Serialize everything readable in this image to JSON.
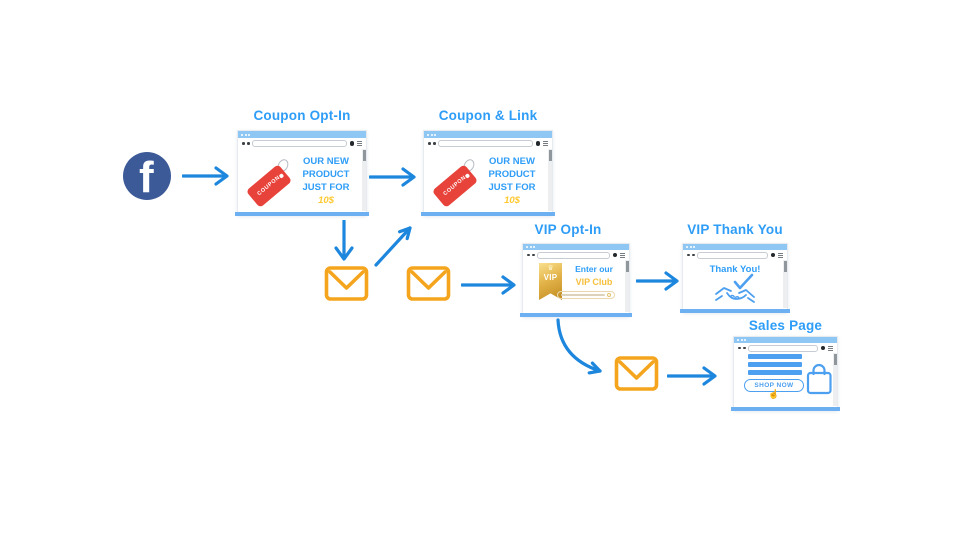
{
  "palette": {
    "title_blue": "#2e9df7",
    "arrow_blue": "#1d86dd",
    "chrome_blue": "#8ec7f3",
    "footer_blue": "#6cb0f1",
    "light_icon_blue": "#4d9ff0",
    "price_yellow": "#fec82f",
    "gold_text": "#f6bf3b",
    "envelope_orange": "#f5a51d",
    "coupon_red": "#e8433b",
    "facebook_blue": "#3d5a98"
  },
  "icons": {
    "facebook_glyph": "f",
    "crown_glyph": "♛",
    "cursor_glyph": "☝"
  },
  "windows": {
    "coupon_opt_in": {
      "title": "Coupon Opt-In",
      "tag_label": "COUPON",
      "lines": [
        "OUR NEW",
        "PRODUCT",
        "JUST FOR"
      ],
      "price": "10$"
    },
    "coupon_link": {
      "title": "Coupon & Link",
      "tag_label": "COUPON",
      "lines": [
        "OUR NEW",
        "PRODUCT",
        "JUST FOR"
      ],
      "price": "10$"
    },
    "vip_opt_in": {
      "title": "VIP Opt-In",
      "intro": "Enter our",
      "club": "VIP Club",
      "badge": "VIP"
    },
    "vip_thank_you": {
      "title": "VIP Thank You",
      "message": "Thank You!"
    },
    "sales_page": {
      "title": "Sales Page",
      "button": "SHOP NOW"
    }
  }
}
